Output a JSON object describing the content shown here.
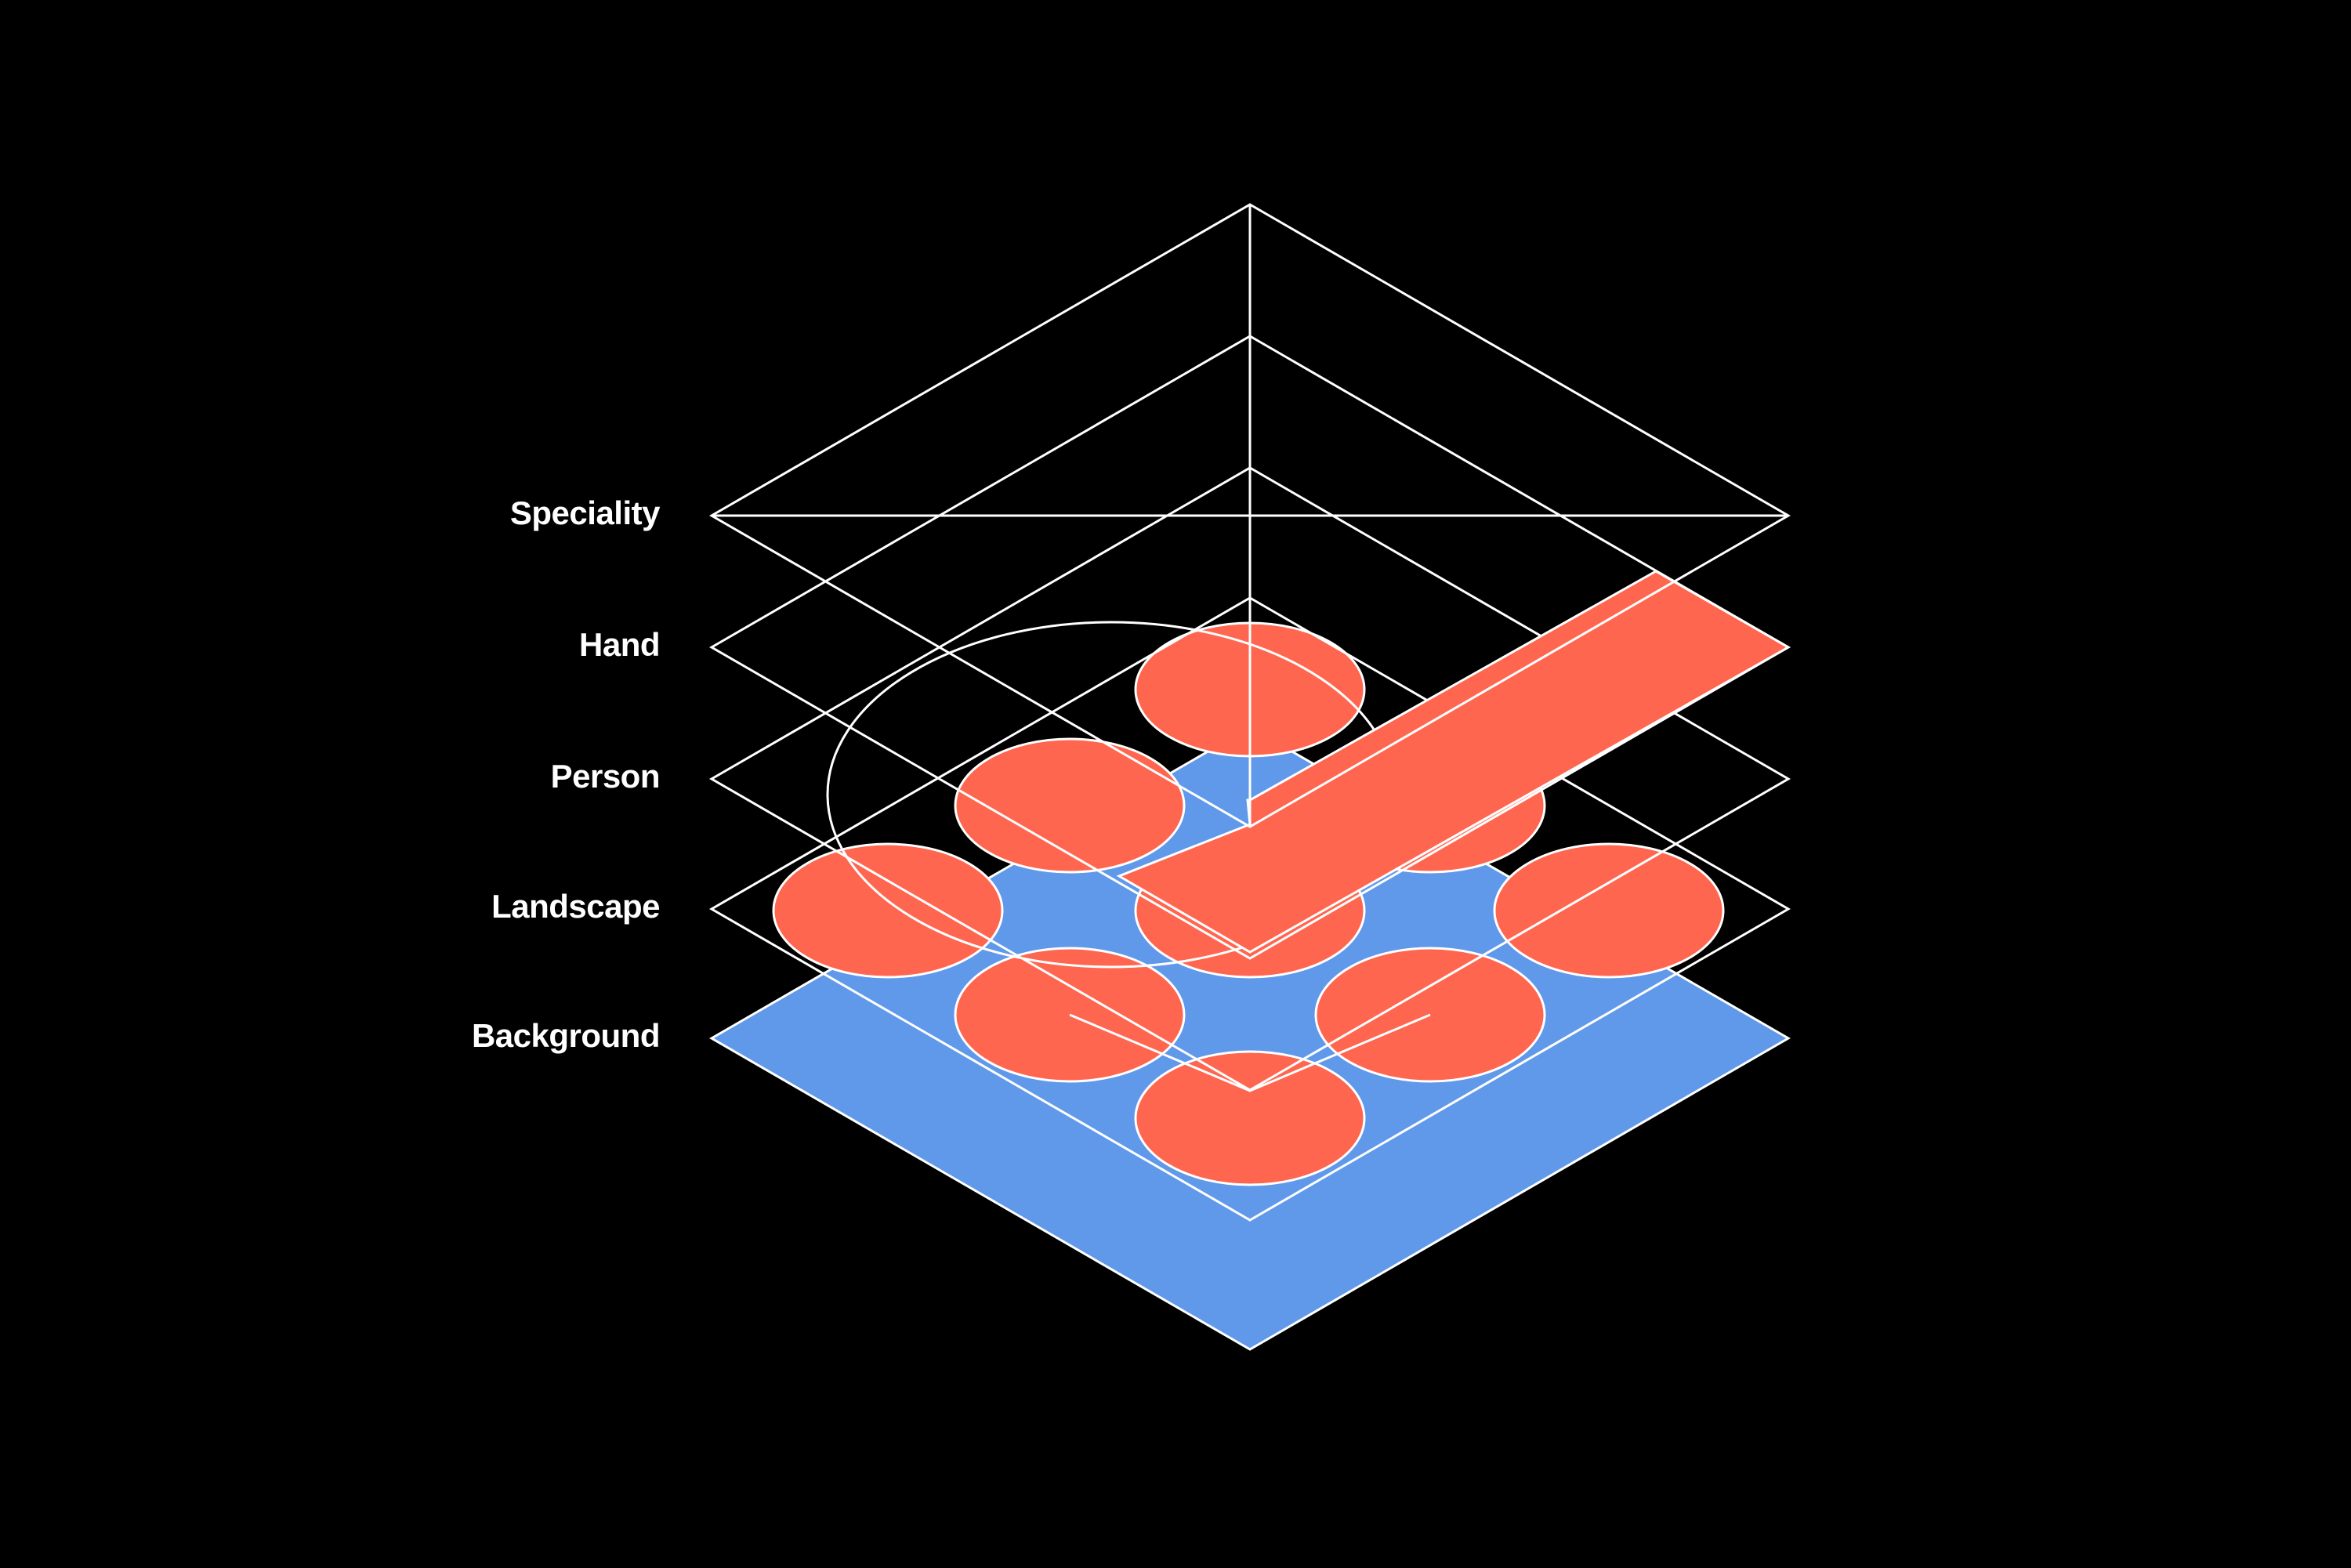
{
  "diagram": {
    "layers": [
      {
        "label": "Speciality"
      },
      {
        "label": "Hand"
      },
      {
        "label": "Person"
      },
      {
        "label": "Landscape"
      },
      {
        "label": "Background"
      }
    ]
  },
  "colors": {
    "background": "#000000",
    "base_plane": "#6199EA",
    "accent_red": "#FF6650",
    "outline": "#FFFFFF"
  }
}
